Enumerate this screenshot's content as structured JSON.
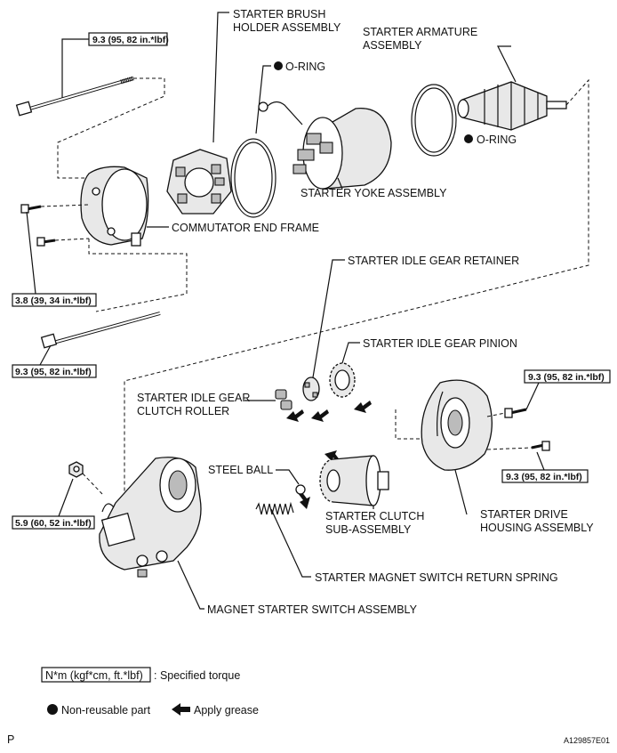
{
  "labels": {
    "brush_holder_1": "STARTER BRUSH",
    "brush_holder_2": "HOLDER ASSEMBLY",
    "armature_1": "STARTER ARMATURE",
    "armature_2": "ASSEMBLY",
    "oring_top": "O-RING",
    "oring_right": "O-RING",
    "yoke": "STARTER YOKE ASSEMBLY",
    "commutator": "COMMUTATOR END FRAME",
    "idle_retainer": "STARTER IDLE GEAR RETAINER",
    "idle_pinion": "STARTER IDLE GEAR PINION",
    "idle_roller_1": "STARTER IDLE GEAR",
    "idle_roller_2": "CLUTCH ROLLER",
    "steel_ball": "STEEL BALL",
    "clutch_1": "STARTER CLUTCH",
    "clutch_2": "SUB-ASSEMBLY",
    "drive_housing_1": "STARTER DRIVE",
    "drive_housing_2": "HOUSING ASSEMBLY",
    "return_spring": "STARTER MAGNET SWITCH RETURN SPRING",
    "magnet_switch": "MAGNET STARTER SWITCH ASSEMBLY"
  },
  "torques": {
    "t1": "9.3 (95, 82 in.*lbf)",
    "t2": "3.8 (39, 34 in.*lbf)",
    "t3": "9.3 (95, 82 in.*lbf)",
    "t4": "9.3 (95, 82 in.*lbf)",
    "t5": "9.3 (95, 82 in.*lbf)",
    "t6": "5.9 (60, 52 in.*lbf)"
  },
  "legend": {
    "torque_box": "N*m (kgf*cm, ft.*lbf)",
    "torque_text": ": Specified torque",
    "nonreusable": "Non-reusable part",
    "grease": "Apply grease"
  },
  "footer": {
    "left": "P",
    "right": "A129857E01"
  }
}
